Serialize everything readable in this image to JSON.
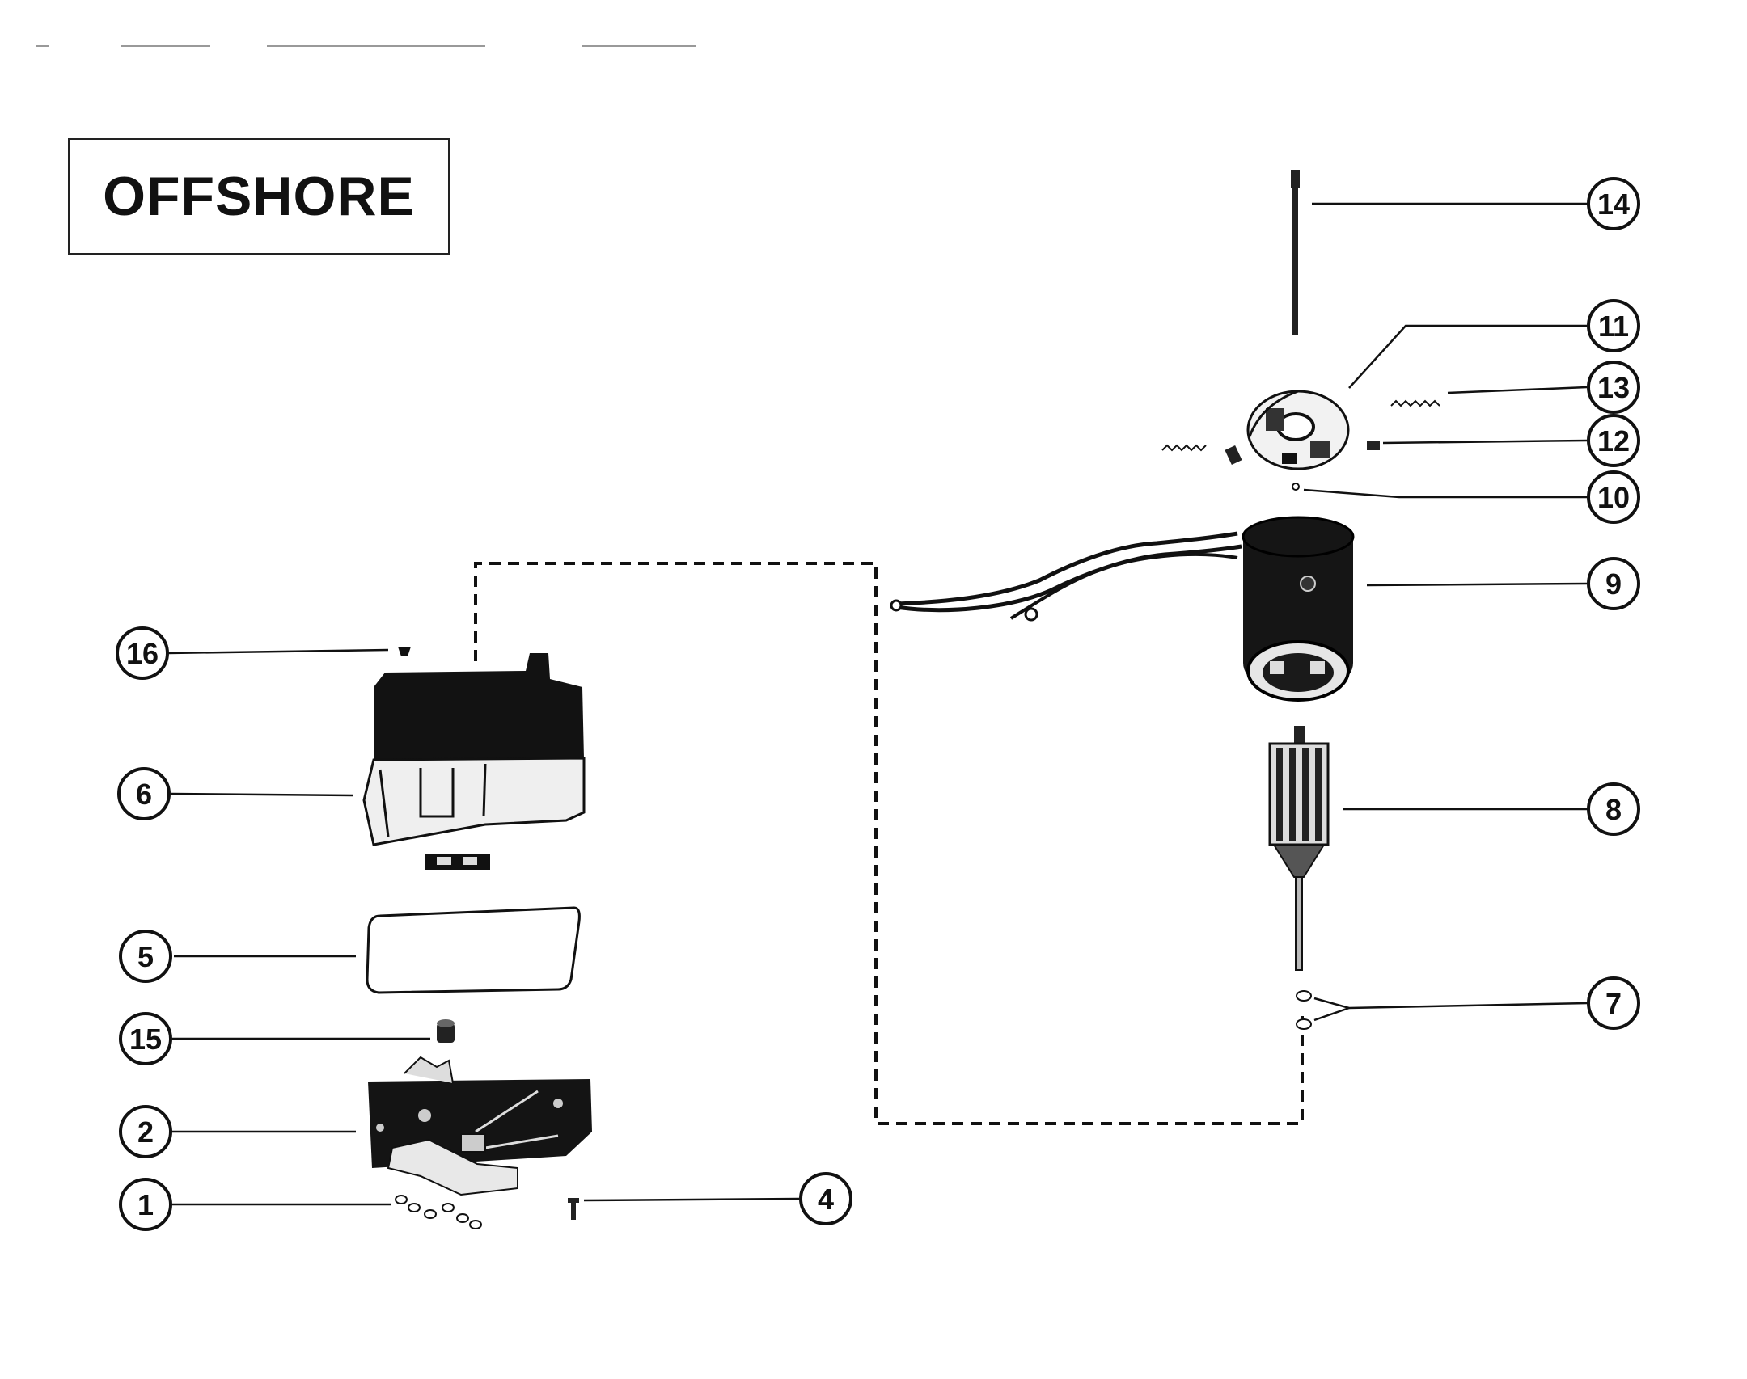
{
  "title": "OFFSHORE",
  "callouts": [
    "14",
    "11",
    "13",
    "12",
    "10",
    "9",
    "16",
    "6",
    "8",
    "5",
    "7",
    "15",
    "2",
    "1",
    "4"
  ],
  "colors": {
    "ink": "#111111",
    "paper": "#ffffff",
    "part_fill": "#1a1a1a",
    "part_light": "#e8e8e8"
  }
}
